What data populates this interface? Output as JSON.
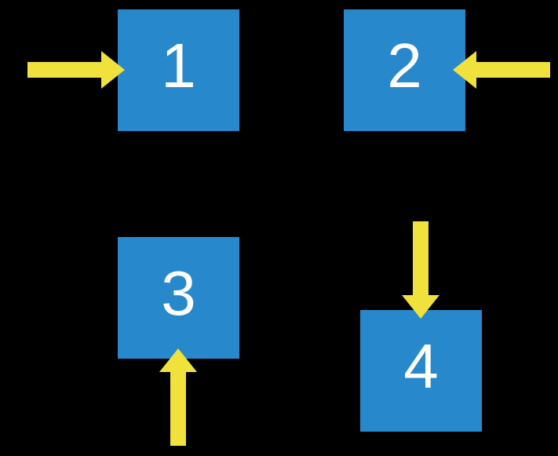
{
  "canvas": {
    "background": "#000000"
  },
  "colors": {
    "background": "#000000",
    "square_blue": "#2789CB",
    "arrow_yellow": "#F0E13C",
    "label_white": "#FFFFFF"
  },
  "squares": [
    {
      "label": "1",
      "position": "top-left",
      "arrow_direction": "right",
      "arrow_icon": "arrow-right-icon"
    },
    {
      "label": "2",
      "position": "top-right",
      "arrow_direction": "left",
      "arrow_icon": "arrow-left-icon"
    },
    {
      "label": "3",
      "position": "bottom-left",
      "arrow_direction": "up",
      "arrow_icon": "arrow-up-icon"
    },
    {
      "label": "4",
      "position": "bottom-right",
      "arrow_direction": "down",
      "arrow_icon": "arrow-down-icon"
    }
  ]
}
